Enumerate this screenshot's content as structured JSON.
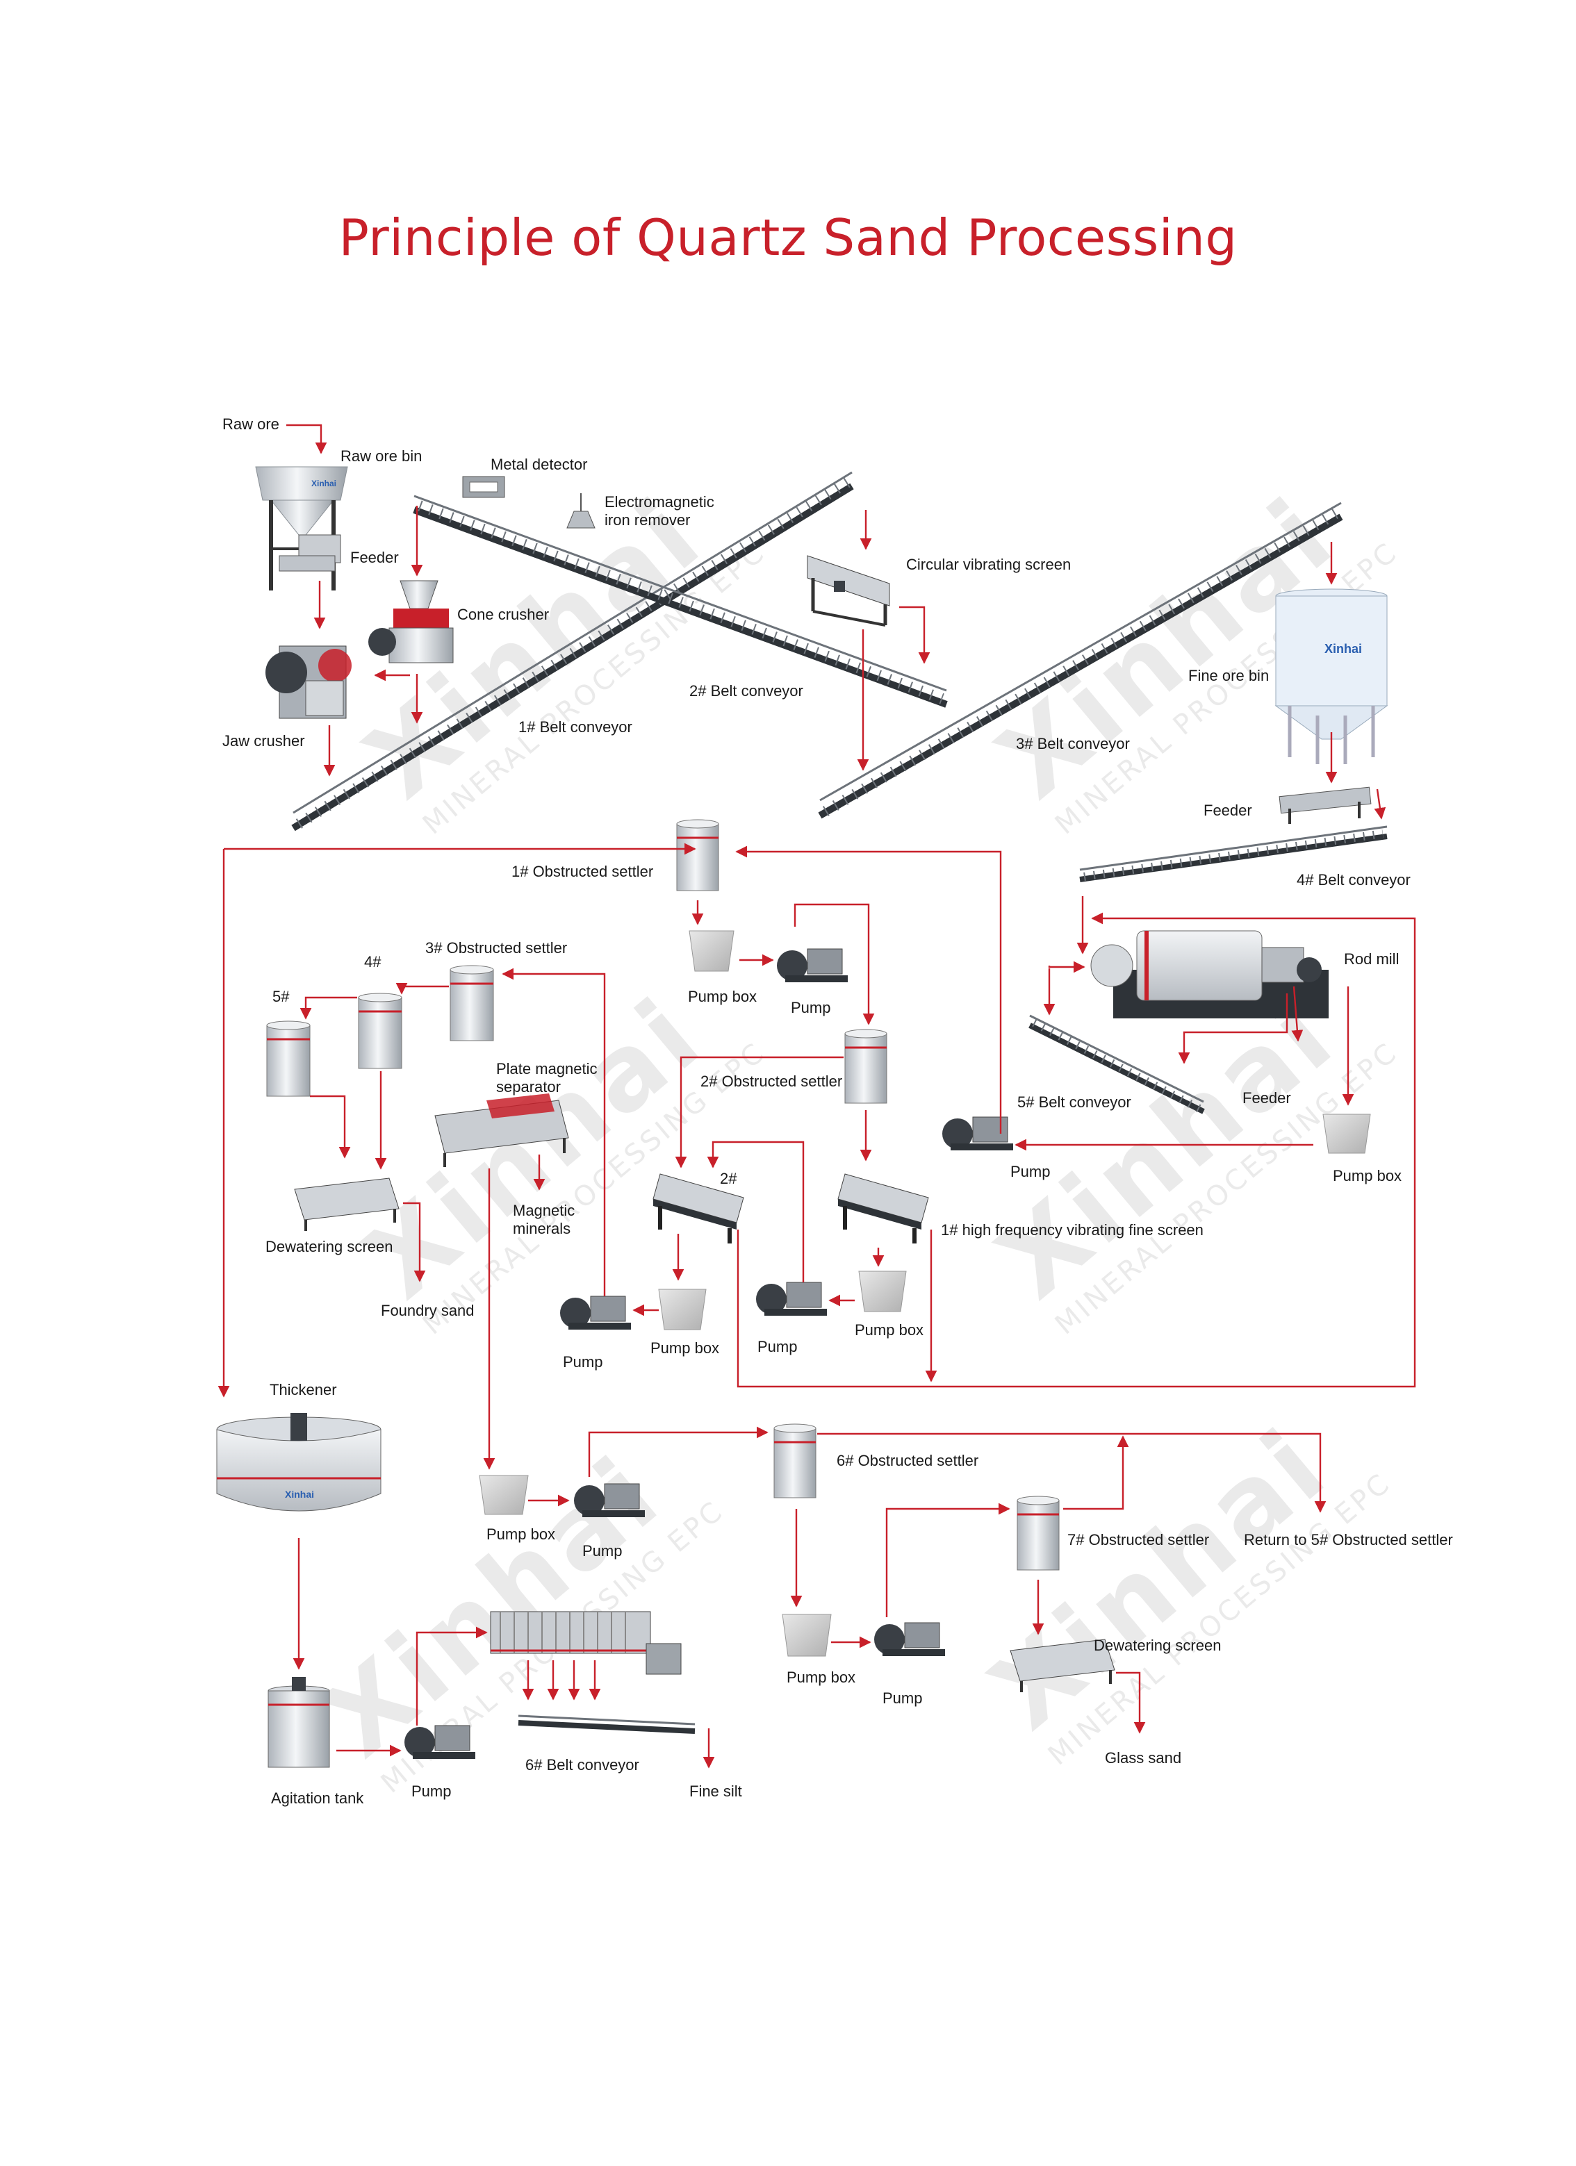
{
  "title": "Principle of Quartz Sand Processing",
  "brand": "Xinhai",
  "watermark": {
    "brand": "Xinhai",
    "tagline": "MINERAL PROCESSING EPC"
  },
  "colors": {
    "title": "#c8202a",
    "arrow": "#c8202a",
    "text": "#1a1a1a",
    "equipment": "#d9dde2",
    "equipment_dark": "#3a3f45"
  },
  "labels": {
    "raw_ore": "Raw ore",
    "raw_ore_bin": "Raw ore bin",
    "metal_detector": "Metal detector",
    "electromagnetic_iron_remover": "Electromagnetic\niron remover",
    "feeder_1": "Feeder",
    "cone_crusher": "Cone crusher",
    "circular_vibrating_screen": "Circular vibrating screen",
    "jaw_crusher": "Jaw crusher",
    "belt_conveyor_1": "1# Belt conveyor",
    "belt_conveyor_2": "2# Belt conveyor",
    "belt_conveyor_3": "3# Belt conveyor",
    "fine_ore_bin": "Fine ore bin",
    "feeder_2": "Feeder",
    "belt_conveyor_4": "4# Belt conveyor",
    "obstructed_settler_1": "1# Obstructed settler",
    "pump_box_1": "Pump box",
    "pump_1": "Pump",
    "rod_mill": "Rod mill",
    "obstructed_settler_3": "3# Obstructed settler",
    "label_4": "4#",
    "label_5": "5#",
    "plate_magnetic_separator": "Plate magnetic\nseparator",
    "obstructed_settler_2": "2# Obstructed settler",
    "belt_conveyor_5": "5# Belt conveyor",
    "feeder_3": "Feeder",
    "pump_2": "Pump",
    "pump_box_2": "Pump box",
    "dewatering_screen_1": "Dewatering screen",
    "magnetic_minerals": "Magnetic\nminerals",
    "label_2": "2#",
    "hf_vibrating_fine_screen": "1# high frequency vibrating fine screen",
    "foundry_sand": "Foundry sand",
    "pump_3": "Pump",
    "pump_box_3": "Pump box",
    "pump_4": "Pump",
    "pump_box_4": "Pump box",
    "thickener": "Thickener",
    "obstructed_settler_6": "6# Obstructed settler",
    "pump_box_5": "Pump box",
    "pump_5": "Pump",
    "obstructed_settler_7": "7# Obstructed settler",
    "return_to_5": "Return to 5# Obstructed settler",
    "pump_box_6": "Pump box",
    "pump_6": "Pump",
    "dewatering_screen_2": "Dewatering screen",
    "glass_sand": "Glass sand",
    "belt_conveyor_6": "6# Belt conveyor",
    "fine_silt": "Fine silt",
    "agitation_tank": "Agitation tank",
    "pump_7": "Pump"
  }
}
